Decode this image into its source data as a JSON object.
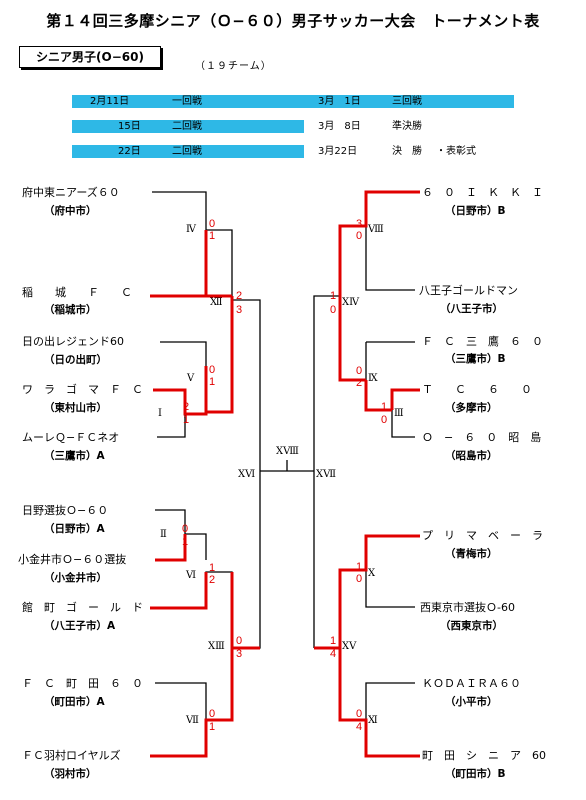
{
  "title": "第１４回三多摩シニア（Ｏ−６０）男子サッカー大会　トーナメント表",
  "division": "シニア男子(O−60)",
  "team_count": "（１９チーム）",
  "schedule": [
    {
      "date1": "2月11日",
      "round1": "一回戦",
      "date2": "3月　1日",
      "round2": "三回戦",
      "extra": ""
    },
    {
      "date1": "15日",
      "round1": "二回戦",
      "date2": "3月　8日",
      "round2": "準決勝",
      "extra": ""
    },
    {
      "date1": "22日",
      "round1": "二回戦",
      "date2": "3月22日",
      "round2": "決　勝",
      "extra": "・表彰式"
    }
  ],
  "teams_left": [
    {
      "name": "府中東ニアーズ６０",
      "city": "（府中市）"
    },
    {
      "name": "稲　　城　　Ｆ　　Ｃ",
      "city": "（稲城市）"
    },
    {
      "name": "日の出レジェンド60",
      "city": "（日の出町）"
    },
    {
      "name": "ワ　ラ　ゴ　マ　Ｆ　Ｃ",
      "city": "（東村山市）"
    },
    {
      "name": "ムーレＱ−ＦＣネオ",
      "city": "（三鷹市）A"
    },
    {
      "name": "日野選抜Ｏ−６０",
      "city": "（日野市）A"
    },
    {
      "name": "小金井市Ｏ−６０選抜",
      "city": "（小金井市）"
    },
    {
      "name": "館　町　ゴ　ー　ル　ド",
      "city": "（八王子市）A"
    },
    {
      "name": "Ｆ　Ｃ　町　田　６　０",
      "city": "（町田市）A"
    },
    {
      "name": "ＦＣ羽村ロイヤルズ",
      "city": "（羽村市）"
    }
  ],
  "teams_right": [
    {
      "name": "６　０　Ｉ　Ｋ　Ｋ　Ｉ",
      "city": "（日野市）B"
    },
    {
      "name": "八王子ゴールドマン",
      "city": "（八王子市）"
    },
    {
      "name": "Ｆ　Ｃ　三　鷹　６　０",
      "city": "（三鷹市）B"
    },
    {
      "name": "Ｔ　　Ｃ　　６　　０",
      "city": "（多摩市）"
    },
    {
      "name": "Ｏ　−　６　０　昭　島",
      "city": "（昭島市）"
    },
    {
      "name": "プ　リ　マ　ベ　ー　ラ",
      "city": "（青梅市）"
    },
    {
      "name": "西東京市選抜Ｏ-60",
      "city": "（西東京市）"
    },
    {
      "name": "ＫＯＤＡＩＲＡ６０",
      "city": "（小平市）"
    },
    {
      "name": "町　田　シ　ニ　ア　60",
      "city": "（町田市）B"
    }
  ],
  "rounds": {
    "r1": "Ⅰ",
    "r2": "Ⅱ",
    "r3": "Ⅲ",
    "r4": "Ⅳ",
    "r5": "Ⅴ",
    "r6": "Ⅵ",
    "r7": "Ⅶ",
    "r8": "Ⅷ",
    "r9": "Ⅸ",
    "r10": "Ⅹ",
    "r11": "Ⅺ",
    "r12": "Ⅻ",
    "r13": "XⅢ",
    "r14": "XⅣ",
    "r15": "XⅤ",
    "r16": "XⅥ",
    "r17": "XⅦ",
    "r18": "XⅧ"
  },
  "scores": {
    "m4": [
      "0",
      "1"
    ],
    "m1": [
      "2",
      "1"
    ],
    "m5": [
      "0",
      "1"
    ],
    "m12": [
      "2",
      "3"
    ],
    "m2": [
      "0",
      "1"
    ],
    "m6": [
      "1",
      "2"
    ],
    "m7": [
      "0",
      "1"
    ],
    "m13": [
      "0",
      "3"
    ],
    "m8": [
      "3",
      "0"
    ],
    "m3": [
      "1",
      "0"
    ],
    "m9": [
      "0",
      "2"
    ],
    "m14": [
      "1",
      "0"
    ],
    "m10": [
      "1",
      "0"
    ],
    "m11": [
      "0",
      "4"
    ],
    "m15": [
      "1",
      "4"
    ]
  },
  "colors": {
    "winner_line": "#e00000",
    "schedule_band": "#2eb8e6"
  }
}
